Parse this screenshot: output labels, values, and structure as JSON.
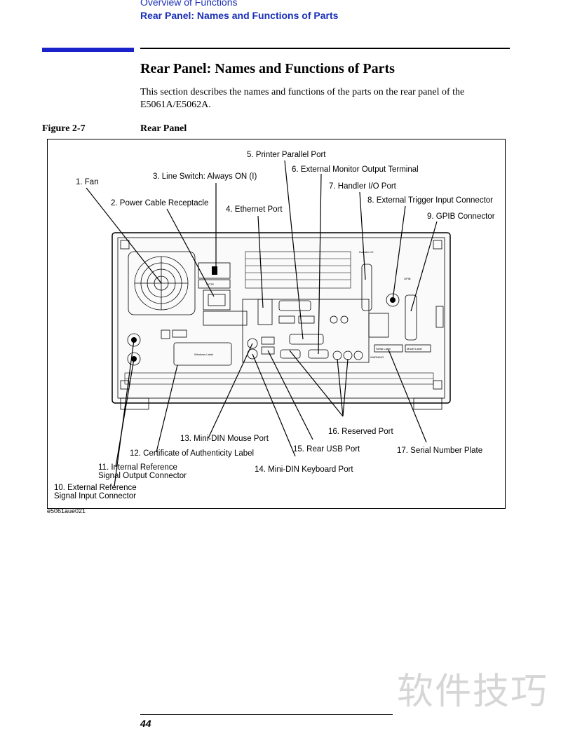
{
  "header": {
    "breadcrumb_parent": "Overview of Functions",
    "breadcrumb_current": "Rear Panel: Names and Functions of Parts"
  },
  "section": {
    "title": "Rear Panel: Names and Functions of Parts",
    "intro": "This section describes the names and functions of the parts on the rear panel of the E5061A/E5062A."
  },
  "figure": {
    "number": "Figure 2-7",
    "title": "Rear Panel",
    "image_id": "e5061aue021",
    "callouts": [
      "1. Fan",
      "2. Power Cable Receptacle",
      "3. Line Switch: Always ON (I)",
      "4. Ethernet Port",
      "5. Printer Parallel Port",
      "6. External Monitor Output Terminal",
      "7. Handler I/O Port",
      "8. External Trigger Input Connector",
      "9. GPIB Connector",
      "10. External Reference Signal Input Connector",
      "11. Internal Reference Signal Output Connector",
      "12. Certificate of Authenticity Label",
      "13. Mini-DIN Mouse Port",
      "14. Mini-DIN Keyboard Port",
      "15. Rear USB Port",
      "16. Reserved Port",
      "17. Serial Number Plate"
    ],
    "callout_lines": {
      "c10_a": "10. External Reference",
      "c10_b": "Signal Input Connector",
      "c11_a": "11. Internal Reference",
      "c11_b": "Signal Output Connector"
    },
    "panel_text": {
      "note": "NOTE",
      "handler_io": "Handler I/O",
      "gpib": "GPIB",
      "windows_label": "Windows Label",
      "serial_label": "Serial Label",
      "model_label": "Model Label",
      "warning": "WARNING"
    }
  },
  "watermark": "软件技巧",
  "footer": {
    "page_number": "44"
  }
}
